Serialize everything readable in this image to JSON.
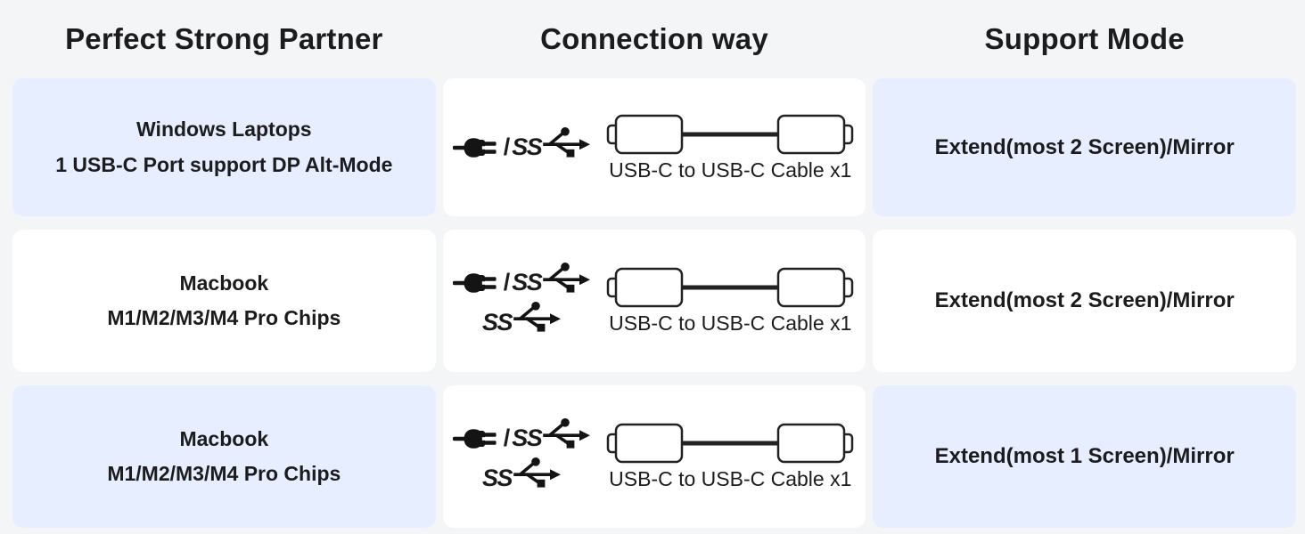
{
  "theme": {
    "page_bg": "#f4f5f6",
    "cell_blue": "#e7eeff",
    "cell_white": "#ffffff",
    "text": "#1c1c1e",
    "icon": "#141414"
  },
  "headers": {
    "partner": "Perfect Strong Partner",
    "connection": "Connection way",
    "support": "Support Mode"
  },
  "icons": {
    "ss_usb": "SS",
    "slash": "/"
  },
  "rows": [
    {
      "partner_line1": "Windows Laptops",
      "partner_line2": "1 USB-C Port support DP Alt-Mode",
      "cable_label": "USB-C to USB-C Cable x1",
      "support": "Extend(most 2 Screen)/Mirror"
    },
    {
      "partner_line1": "Macbook",
      "partner_line2": "M1/M2/M3/M4 Pro Chips",
      "cable_label": "USB-C to USB-C Cable x1",
      "support": "Extend(most 2 Screen)/Mirror"
    },
    {
      "partner_line1": "Macbook",
      "partner_line2": "M1/M2/M3/M4 Pro Chips",
      "cable_label": "USB-C to USB-C Cable x1",
      "support": "Extend(most 1 Screen)/Mirror"
    }
  ]
}
